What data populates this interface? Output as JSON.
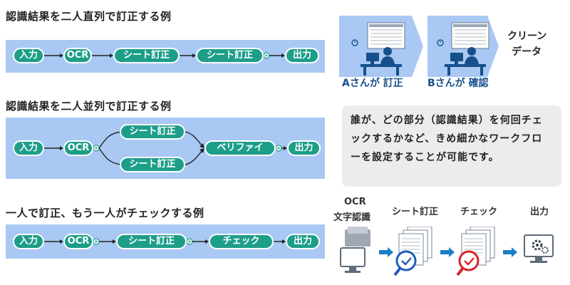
{
  "section1": {
    "title": "認識結果を二人直列で訂正する例",
    "nodes": [
      "入力",
      "OCR",
      "シート訂正",
      "シート訂正",
      "出力"
    ]
  },
  "section2": {
    "title": "認識結果を二人並列で訂正する例",
    "nodes": [
      "入力",
      "OCR",
      "シート訂正",
      "シート訂正",
      "ベリファイ",
      "出力"
    ]
  },
  "section3": {
    "title": "一人で訂正、もう一人がチェックする例",
    "nodes": [
      "入力",
      "OCR",
      "シート訂正",
      "チェック",
      "出力"
    ]
  },
  "serial_illustration": {
    "label_a": "Aさんが 訂正",
    "label_b": "Bさんが 確認",
    "output_line1": "クリーン",
    "output_line2": "データ"
  },
  "info_text": "誰が、どの部分（認識結果）を何回チェックするかなど、きめ細かなワークフローを設定することが可能です。",
  "flow_steps": {
    "ocr_line1": "OCR",
    "ocr_line2": "文字認識",
    "correction": "シート訂正",
    "check": "チェック",
    "output": "出力"
  },
  "colors": {
    "panel": "#a9c8f3",
    "pill": "#1d9e88",
    "arrow_blue": "#1a7fc4",
    "check_blue": "#1f5fb8",
    "check_red": "#d8232a"
  }
}
